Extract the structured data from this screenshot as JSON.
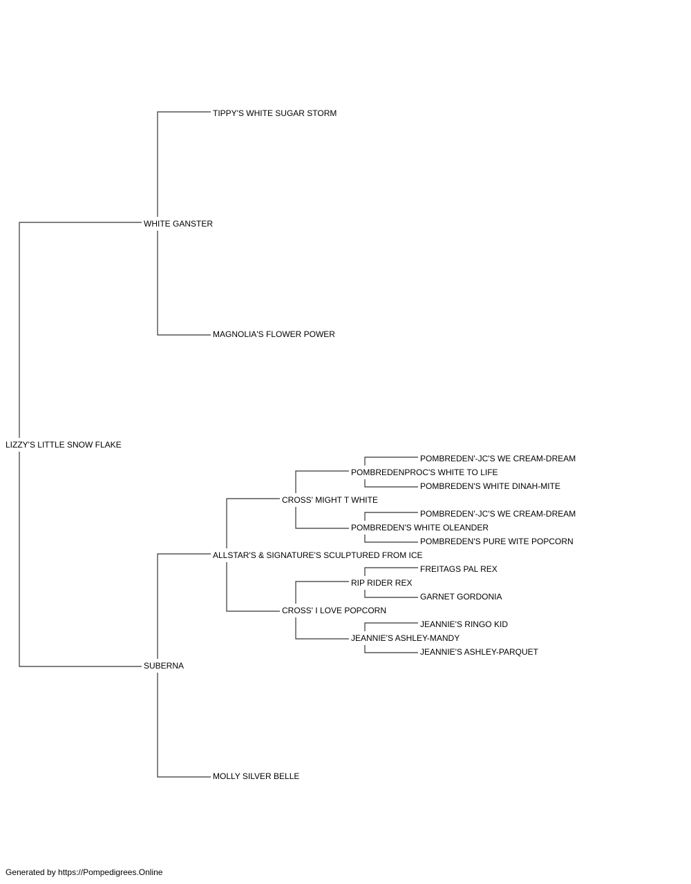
{
  "pedigree": {
    "subject": "LIZZY'S LITTLE SNOW FLAKE",
    "sire": {
      "name": "WHITE GANSTER",
      "sire": "TIPPY'S WHITE SUGAR STORM",
      "dam": "MAGNOLIA'S FLOWER POWER"
    },
    "dam": {
      "name": "SUBERNA",
      "sire": {
        "name": "ALLSTAR'S & SIGNATURE'S SCULPTURED FROM ICE",
        "sire": {
          "name": "CROSS' MIGHT T WHITE",
          "sire": {
            "name": "POMBREDENPROC'S WHITE TO LIFE",
            "sire": "POMBREDEN'-JC'S WE CREAM-DREAM",
            "dam": "POMBREDEN'S WHITE DINAH-MITE"
          },
          "dam": {
            "name": "POMBREDEN'S WHITE OLEANDER",
            "sire": "POMBREDEN'-JC'S WE CREAM-DREAM",
            "dam": "POMBREDEN'S PURE WITE POPCORN"
          }
        },
        "dam": {
          "name": "CROSS' I LOVE POPCORN",
          "sire": {
            "name": "RIP RIDER REX",
            "sire": "FREITAGS PAL REX",
            "dam": "GARNET GORDONIA"
          },
          "dam": {
            "name": "JEANNIE'S ASHLEY-MANDY",
            "sire": "JEANNIE'S RINGO KID",
            "dam": "JEANNIE'S ASHLEY-PARQUET"
          }
        }
      },
      "dam": "MOLLY SILVER BELLE"
    }
  },
  "footer": "Generated by https://Pompedigrees.Online",
  "colors": {
    "line": "#333333",
    "text": "#000000",
    "background": "#ffffff"
  }
}
